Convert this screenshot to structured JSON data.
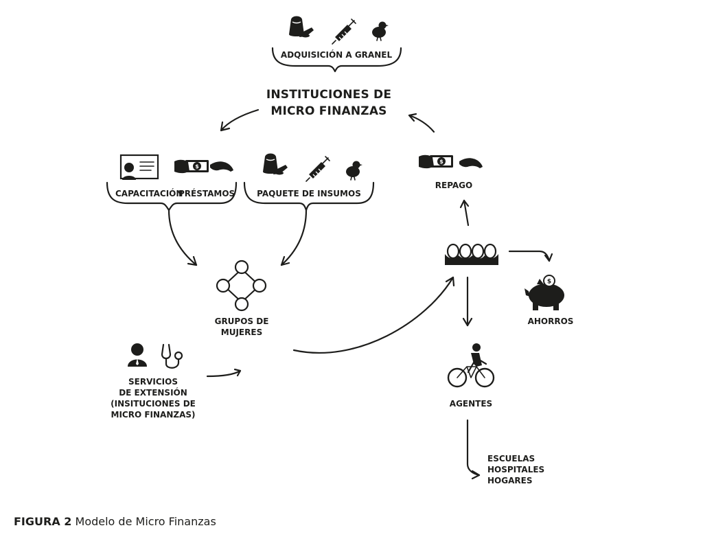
{
  "diagram": {
    "bulk_purchase": "ADQUISICIÓN A GRANEL",
    "institutions": "INSTITUCIONES DE\nMICRO FINANZAS",
    "training": "CAPACITACIÓN",
    "loans": "PRÉSTAMOS",
    "input_package": "PAQUETE DE INSUMOS",
    "repayment": "REPAGO",
    "womens_groups": "GRUPOS DE\nMUJERES",
    "extension_services": "SERVICIOS\nDE EXTENSIÓN\n(INSITUCIONES DE\nMICRO FINANZAS)",
    "savings": "AHORROS",
    "agents": "AGENTES",
    "destinations": "ESCUELAS\nHOSPITALES\nHOGARES"
  },
  "caption": {
    "label": "FIGURA 2",
    "text": "Modelo de Micro Finanzas"
  },
  "icons": [
    "feed-sack-icon",
    "syringe-icon",
    "chick-icon",
    "presentation-board-icon",
    "cash-hand-icon",
    "egg-tray-icon",
    "piggy-bank-icon",
    "person-icon",
    "stethoscope-icon",
    "cyclist-icon"
  ]
}
